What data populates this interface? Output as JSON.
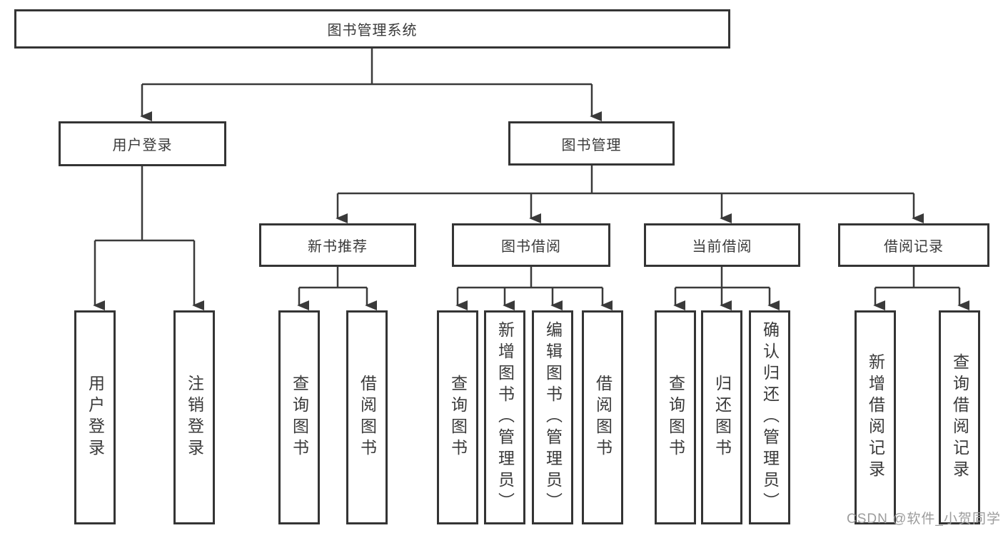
{
  "diagram": {
    "title": "图书管理系统",
    "type": "hierarchy-tree"
  },
  "tree": {
    "label": "图书管理系统",
    "children": [
      {
        "label": "用户登录",
        "children": [
          {
            "label": "用户登录"
          },
          {
            "label": "注销登录"
          }
        ]
      },
      {
        "label": "图书管理",
        "children": [
          {
            "label": "新书推荐",
            "children": [
              {
                "label": "查询图书"
              },
              {
                "label": "借阅图书"
              }
            ]
          },
          {
            "label": "图书借阅",
            "children": [
              {
                "label": "查询图书"
              },
              {
                "label": "新增图书（管理员）"
              },
              {
                "label": "编辑图书（管理员）"
              },
              {
                "label": "借阅图书"
              }
            ]
          },
          {
            "label": "当前借阅",
            "children": [
              {
                "label": "查询图书"
              },
              {
                "label": "归还图书"
              },
              {
                "label": "确认归还（管理员）"
              }
            ]
          },
          {
            "label": "借阅记录",
            "children": [
              {
                "label": "新增借阅记录"
              },
              {
                "label": "查询借阅记录"
              }
            ]
          }
        ]
      }
    ]
  },
  "watermark": "CSDN @软件_小贺同学",
  "colors": {
    "line": "#3a3a3a",
    "box_border": "#343434",
    "box_background": "#ffffff",
    "text": "#3a3a3a",
    "watermark": "#9c9c9c",
    "page_background": "#ffffff"
  }
}
